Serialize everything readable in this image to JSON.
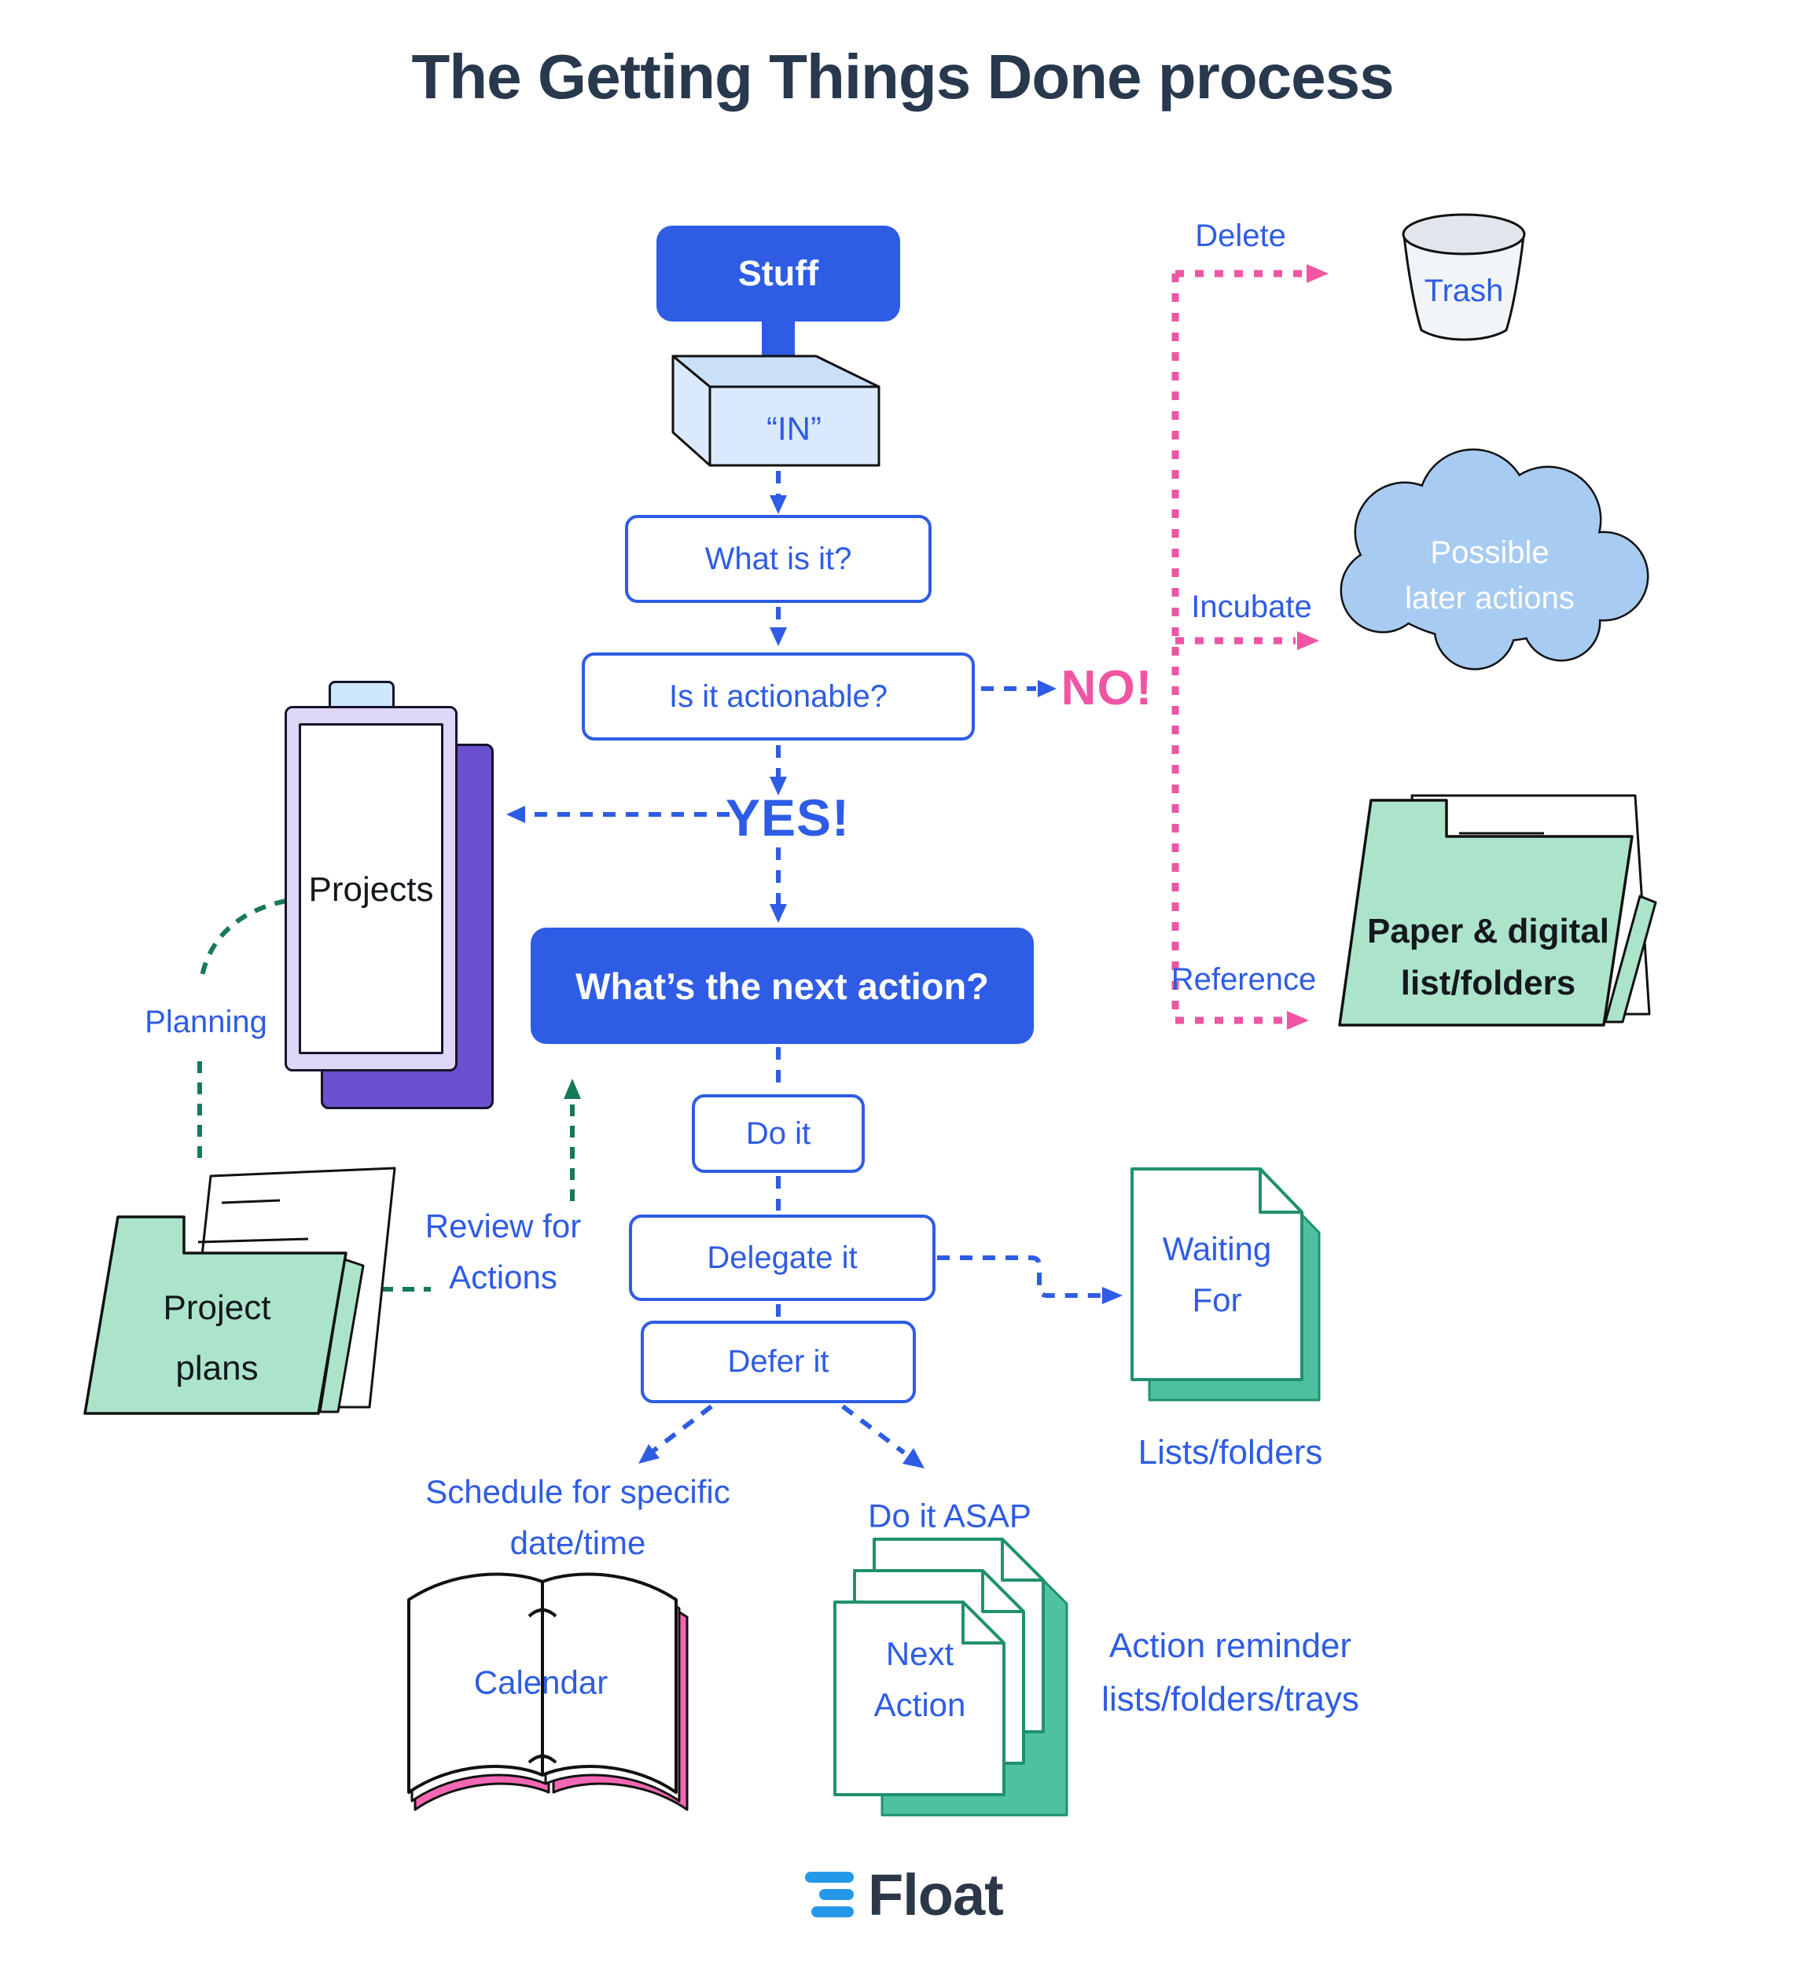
{
  "title": "The Getting Things Done process",
  "flow": {
    "stuff": "Stuff",
    "in_tray": "“IN”",
    "what_is_it": "What is it?",
    "is_it_actionable": "Is it actionable?",
    "no": "NO!",
    "yes": "YES!",
    "next_action_q": "What’s the next action?",
    "do_it": "Do it",
    "delegate_it": "Delegate it",
    "defer_it": "Defer it"
  },
  "branches": {
    "delete": "Delete",
    "incubate": "Incubate",
    "reference": "Reference",
    "trash": "Trash",
    "possible_later_line1": "Possible",
    "possible_later_line2": "later actions",
    "paper_digital_line1": "Paper & digital",
    "paper_digital_line2": "list/folders"
  },
  "left_side": {
    "projects": "Projects",
    "planning": "Planning",
    "project_plans_line1": "Project",
    "project_plans_line2": "plans",
    "review_line1": "Review for",
    "review_line2": "Actions"
  },
  "bottom": {
    "schedule_line1": "Schedule for specific",
    "schedule_line2": "date/time",
    "do_it_asap": "Do it ASAP",
    "waiting_line1": "Waiting",
    "waiting_line2": "For",
    "lists_folders": "Lists/folders",
    "calendar": "Calendar",
    "next_line1": "Next",
    "next_line2": "Action",
    "action_reminder_line1": "Action reminder",
    "action_reminder_line2": "lists/folders/trays"
  },
  "footer": {
    "brand": "Float"
  },
  "colors": {
    "blue": "#2e5ce4",
    "pink": "#ef55a2",
    "green": "#17795c",
    "mint": "#abe4cb",
    "teal": "#20916e",
    "tealFill": "#4ec2a0",
    "cloud": "#a7cbf1",
    "lavender": "#ded7f7",
    "purple": "#6b50cf",
    "trashFill": "#f2f5f7",
    "trashLid": "#e0e6eb",
    "calendarPink": "#f468b3",
    "floatBlue": "#2598ea",
    "ink": "#14181d",
    "titleInk": "#28384d"
  }
}
